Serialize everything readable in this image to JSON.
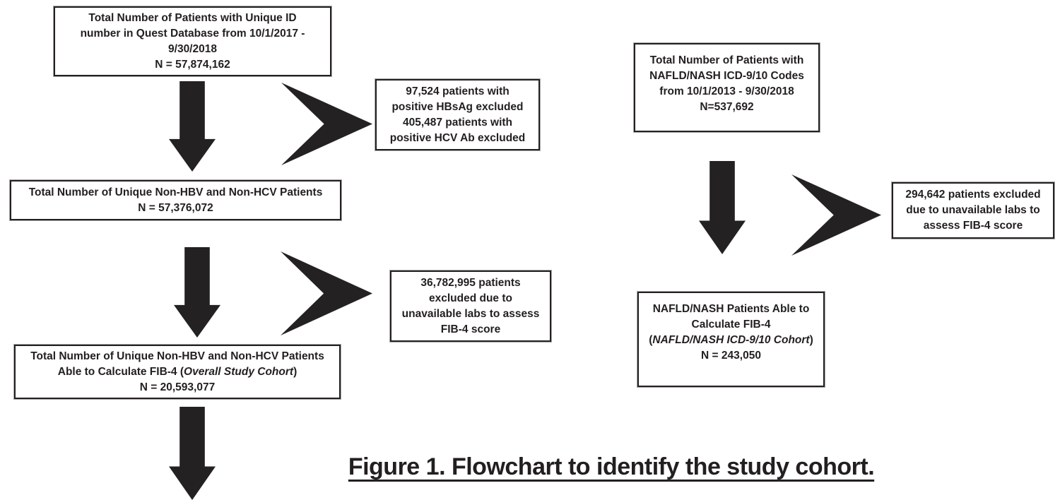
{
  "colors": {
    "ink": "#231f20",
    "arrow": "#242122",
    "background": "#ffffff"
  },
  "figure": {
    "caption": "Figure 1. Flowchart to identify the study cohort."
  },
  "left_flow": {
    "quest_total": {
      "lines": [
        "Total Number of Patients with Unique ID",
        "number in Quest Database from 10/1/2017 -",
        "9/30/2018",
        "N = 57,874,162"
      ]
    },
    "exclusion_viral": {
      "lines": [
        "97,524 patients with",
        "positive HBsAg excluded",
        "405,487 patients with",
        "positive HCV Ab excluded"
      ]
    },
    "non_hbv_hcv": {
      "lines": [
        "Total Number of Unique Non-HBV and Non-HCV Patients",
        "N = 57,376,072"
      ]
    },
    "exclusion_labs": {
      "lines": [
        "36,782,995 patients",
        "excluded due to",
        "unavailable labs to assess",
        "FIB-4 score"
      ]
    },
    "overall_cohort": {
      "line1": "Total Number of Unique Non-HBV and Non-HCV Patients",
      "line2_prefix": "Able to Calculate FIB-4 (",
      "line2_italic": "Overall Study Cohort",
      "line2_suffix": ")",
      "line3": "N = 20,593,077"
    }
  },
  "right_flow": {
    "nafld_total": {
      "lines": [
        "Total Number of Patients with",
        "NAFLD/NASH ICD-9/10 Codes",
        "from 10/1/2013 - 9/30/2018",
        "N=537,692"
      ]
    },
    "exclusion_labs": {
      "lines": [
        "294,642 patients excluded",
        "due to unavailable labs to",
        "assess FIB-4 score"
      ]
    },
    "nafld_fib4": {
      "line1": "NAFLD/NASH Patients Able to",
      "line2": "Calculate FIB-4",
      "line3_prefix": "(",
      "line3_italic": "NAFLD/NASH ICD-9/10 Cohort",
      "line3_suffix": ")",
      "line4": "N = 243,050"
    }
  }
}
